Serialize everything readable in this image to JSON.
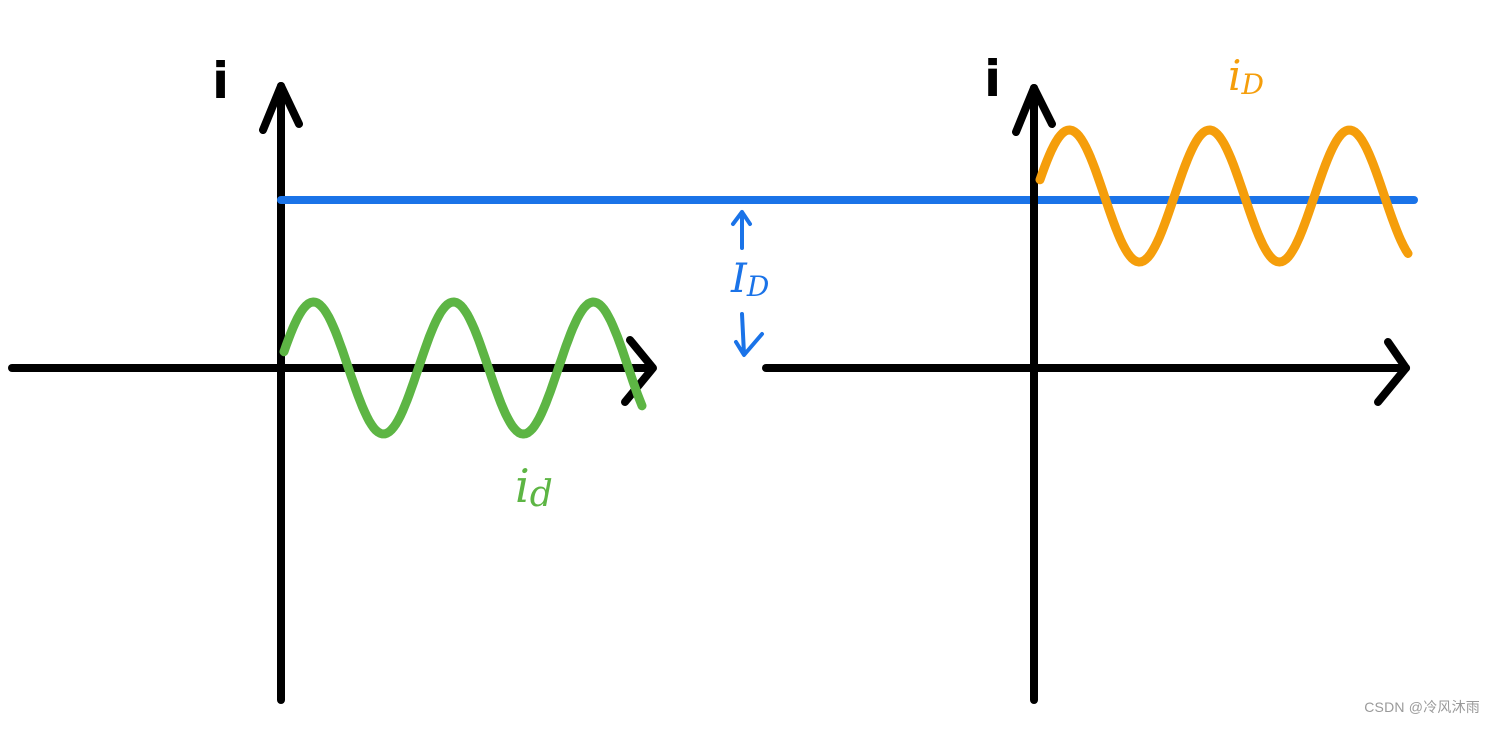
{
  "colors": {
    "axis": "#000000",
    "dc_level": "#1a73e8",
    "ac_signal": "#5db544",
    "total_signal": "#f59e0b",
    "watermark": "#9a9a9a"
  },
  "left_plot": {
    "y_label": "i",
    "signal_label_main": "i",
    "signal_label_sub": "d"
  },
  "middle": {
    "dc_label_main": "I",
    "dc_label_sub": "D"
  },
  "right_plot": {
    "y_label": "i",
    "signal_label_main": "i",
    "signal_label_sub": "D"
  },
  "watermark": "CSDN @冷风沐雨"
}
